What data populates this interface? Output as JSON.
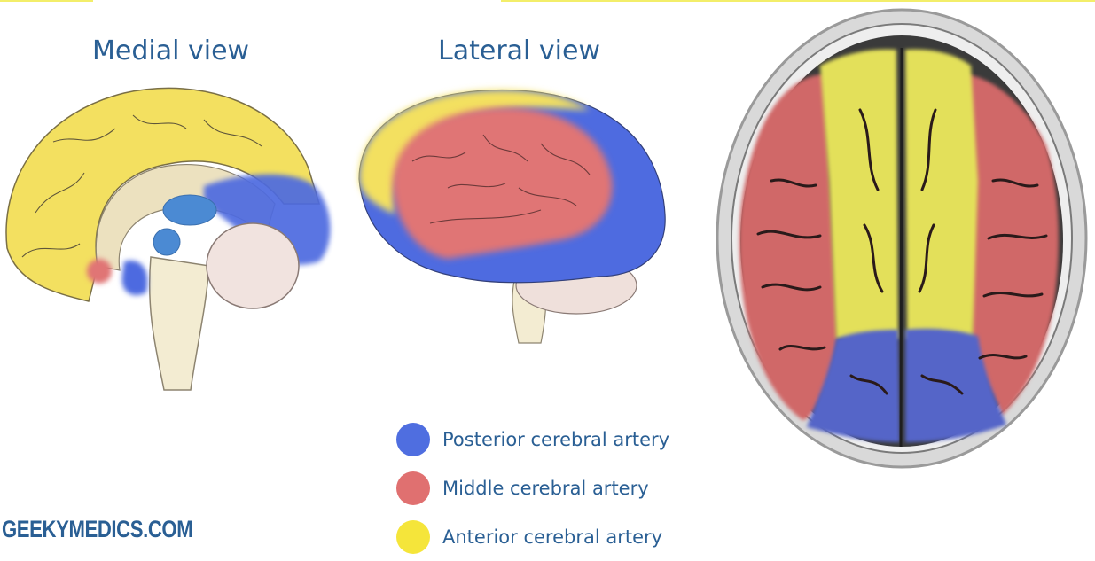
{
  "titles": {
    "medial": "Medial view",
    "lateral": "Lateral view"
  },
  "legend": [
    {
      "label": "Posterior cerebral artery",
      "color": "#4f6ee0"
    },
    {
      "label": "Middle cerebral artery",
      "color": "#e07070"
    },
    {
      "label": "Anterior cerebral artery",
      "color": "#f5e53a"
    }
  ],
  "brand": "GEEKYMEDICS.COM",
  "colors": {
    "acaYellow": "#f3e060",
    "mcaRed": "#e07474",
    "pcaBlue": "#4e6be0",
    "scanYellow": "#e3e05a",
    "scanRed": "#d06868",
    "scanBlue": "#5565c8",
    "brandBlue": "#2a5f94"
  }
}
